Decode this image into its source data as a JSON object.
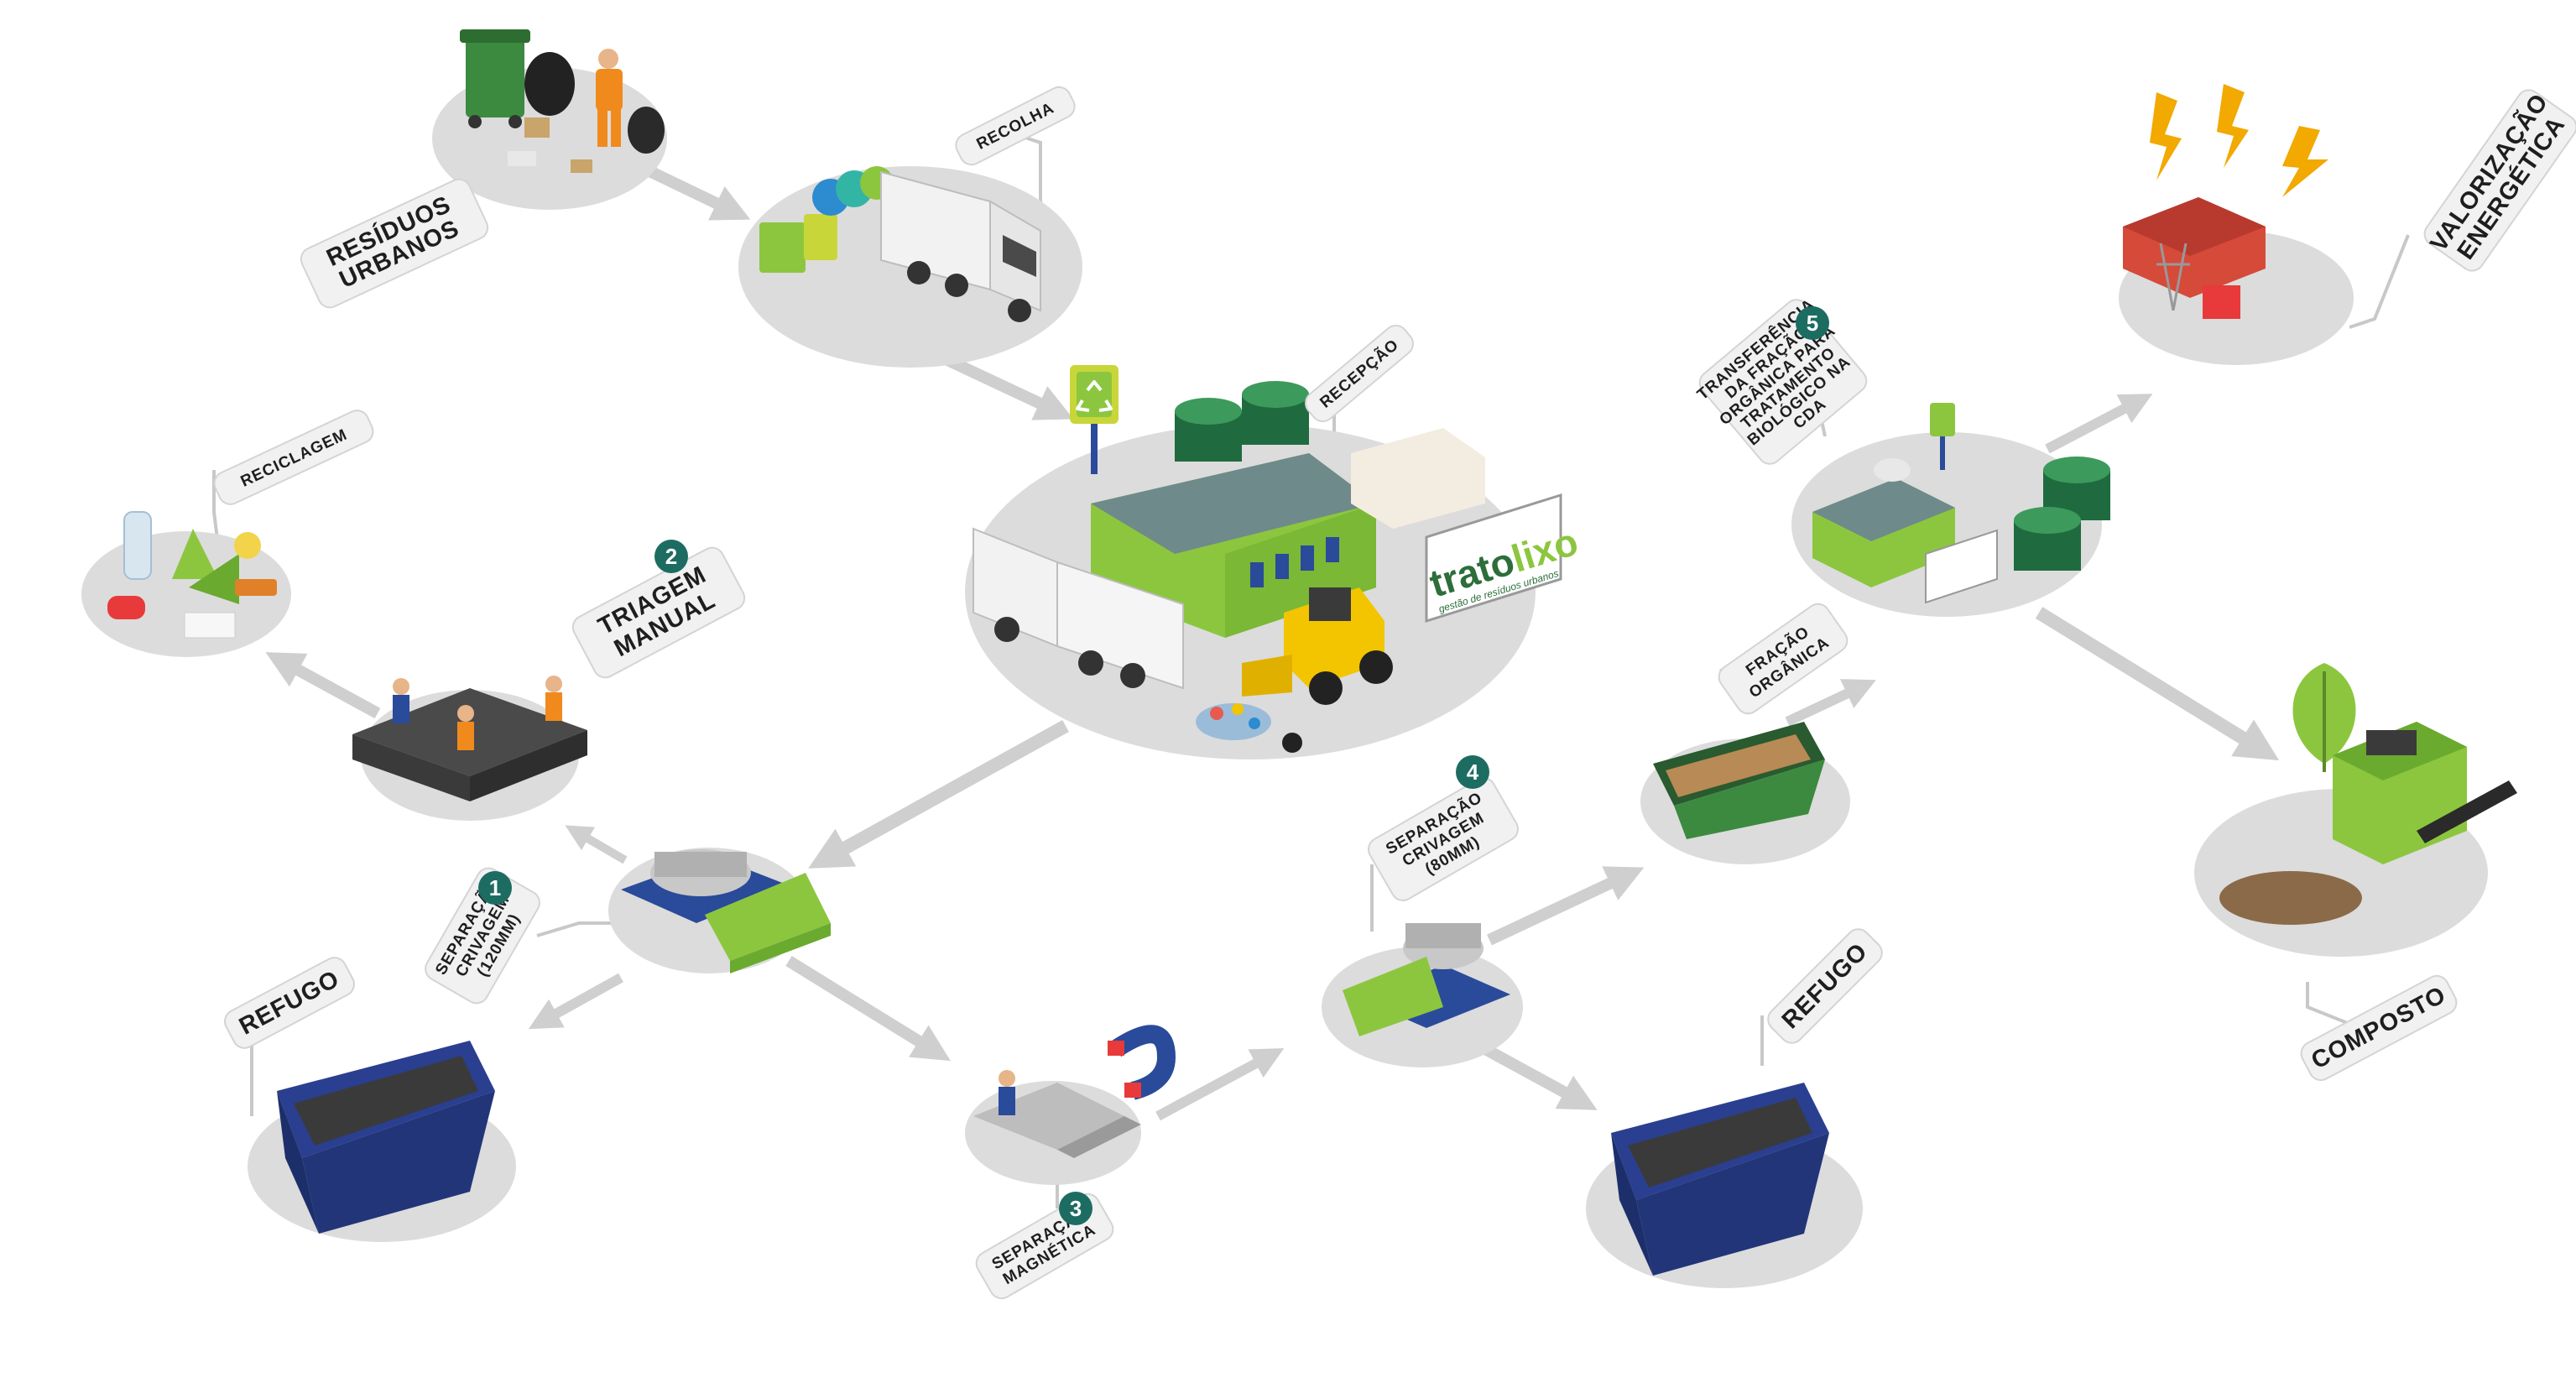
{
  "labels": {
    "residuos": [
      "RESÍDUOS",
      "URBANOS"
    ],
    "recolha": [
      "RECOLHA"
    ],
    "recepcao": [
      "RECEPÇÃO"
    ],
    "reciclagem": [
      "RECICLAGEM"
    ],
    "triagem": [
      "TRIAGEM",
      "MANUAL"
    ],
    "crivagem120": [
      "SEPARAÇÃO",
      "CRIVAGEM",
      "(120MM)"
    ],
    "refugo_left": [
      "REFUGO"
    ],
    "magnetica": [
      "SEPARAÇÃO",
      "MAGNÉTICA"
    ],
    "crivagem80": [
      "SEPARAÇÃO",
      "CRIVAGEM",
      "(80MM)"
    ],
    "refugo_right": [
      "REFUGO"
    ],
    "fracao": [
      "FRAÇÃO",
      "ORGÂNICA"
    ],
    "transferencia": [
      "TRANSFERÊNCIA",
      "DA FRAÇÃO",
      "ORGÂNICA PARA",
      "TRATAMENTO",
      "BIOLÓGICO NA",
      "CDA"
    ],
    "valorizacao": [
      "VALORIZAÇÃO",
      "ENERGÉTICA"
    ],
    "composto": [
      "COMPOSTO"
    ]
  },
  "steps": {
    "crivagem120": "1",
    "triagem": "2",
    "magnetica": "3",
    "crivagem80": "4",
    "transferencia": "5"
  },
  "brand": {
    "name_part1": "trato",
    "name_part2": "lixo",
    "tagline": "gestão de resíduos urbanos"
  },
  "colors": {
    "platform": "#dcdcdc",
    "arrow": "#cfcfcf",
    "green_light": "#8cc63f",
    "green_dark": "#1f6b3f",
    "badge": "#1c6c62",
    "blue": "#2a4a9a",
    "label_bg": "#f1f1f1"
  }
}
